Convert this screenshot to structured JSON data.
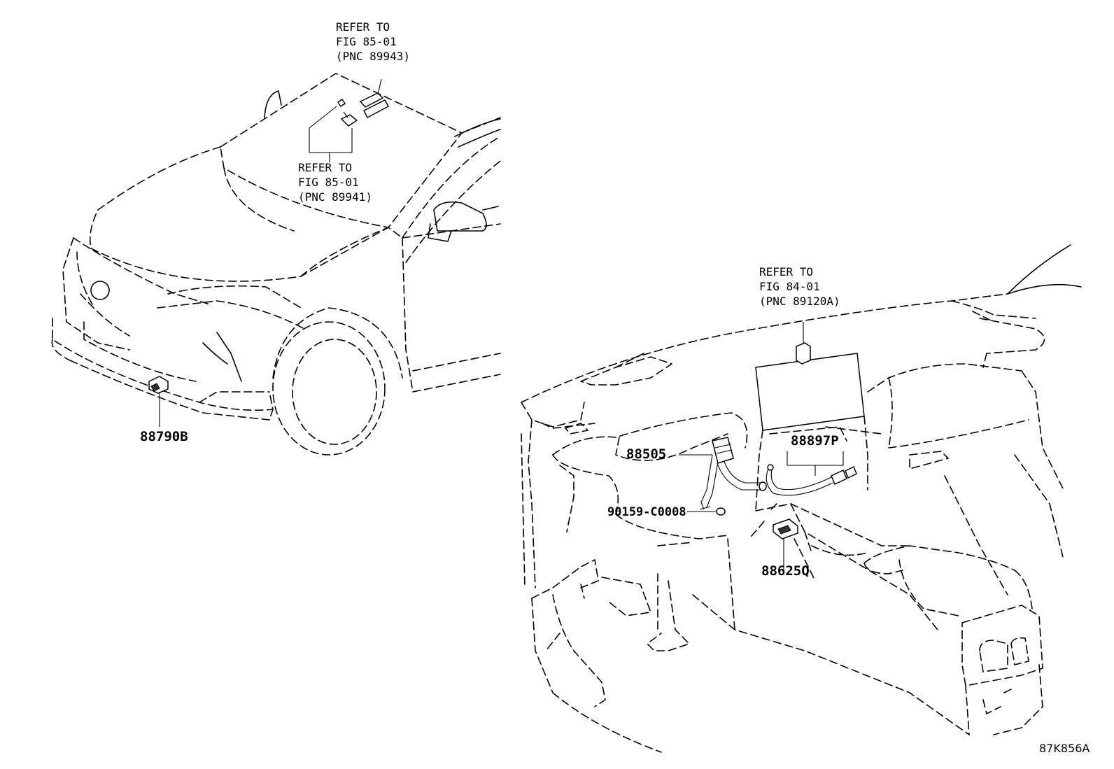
{
  "callouts": {
    "refer_89943": {
      "line1": "REFER TO",
      "line2": "FIG 85-01",
      "line3": "(PNC 89943)"
    },
    "refer_89941": {
      "line1": "REFER TO",
      "line2": "FIG 85-01",
      "line3": "(PNC 89941)"
    },
    "refer_89120A": {
      "line1": "REFER TO",
      "line2": "FIG 84-01",
      "line3": "(PNC 89120A)"
    }
  },
  "part_numbers": {
    "p88790B": "88790B",
    "p88505": "88505",
    "p88897P": "88897P",
    "p90159": "90159-C0008",
    "p88625Q": "88625Q"
  },
  "figure_code": "87K856A"
}
